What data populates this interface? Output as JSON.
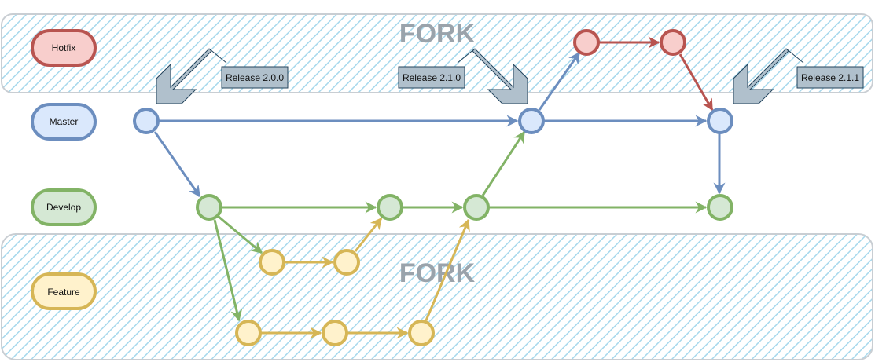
{
  "fork_regions": [
    {
      "id": "top",
      "label": "FORK"
    },
    {
      "id": "bottom",
      "label": "FORK"
    }
  ],
  "lanes": [
    {
      "id": "hotfix",
      "label": "Hotfix",
      "fill": "#f8cecc",
      "stroke": "#b85450"
    },
    {
      "id": "master",
      "label": "Master",
      "fill": "#dae8fc",
      "stroke": "#6c8ebf"
    },
    {
      "id": "develop",
      "label": "Develop",
      "fill": "#d5e8d4",
      "stroke": "#82b366"
    },
    {
      "id": "feature",
      "label": "Feature",
      "fill": "#fff2cc",
      "stroke": "#d6b656"
    }
  ],
  "releases": [
    {
      "id": "r200",
      "label": "Release 2.0.0"
    },
    {
      "id": "r210",
      "label": "Release 2.1.0"
    },
    {
      "id": "r211",
      "label": "Release 2.1.1"
    }
  ],
  "colors": {
    "hatch": "#a6d8ec",
    "fork_border": "#c9ced3",
    "callout_fill": "#b0c0cc",
    "callout_stroke": "#23445d",
    "master": "#6c8ebf",
    "develop": "#82b366",
    "feature": "#d6b656",
    "hotfix": "#b85450"
  }
}
